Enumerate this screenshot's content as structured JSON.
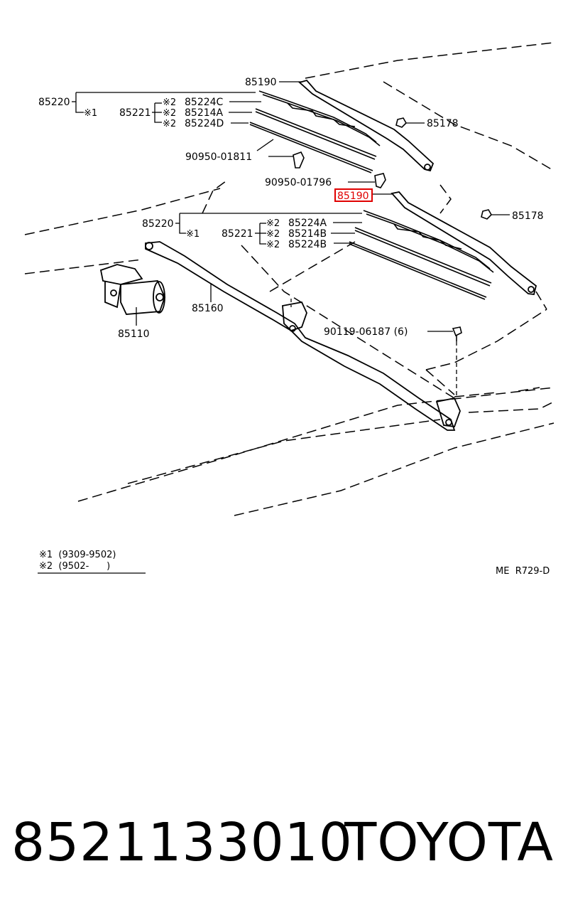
{
  "diagram": {
    "labels": {
      "arm_top": "85190",
      "arm_bottom_highlight": "85190",
      "nut_top": "85178",
      "nut_bottom": "85178",
      "blade_assy_top": "85220",
      "blade_assy_bottom": "85220",
      "blade_top": "85221",
      "blade_bottom": "85221",
      "insert_top_c": "85224C",
      "insert_top_a": "85214A",
      "insert_top_d": "85224D",
      "insert_bottom_a": "85224A",
      "insert_bottom_b": "85214B",
      "insert_bottom_b2": "85224B",
      "clip_1": "90950-01811",
      "clip_2": "90950-01796",
      "link": "85160",
      "motor": "85110",
      "bolt": "90119-06187 (6)",
      "mark_1": "※1",
      "mark_2": "※2"
    },
    "legend": {
      "line1": "※1  (9309-9502)",
      "line2": "※2  (9502-      )"
    },
    "ref_code": "ME  R729-D",
    "highlight_color": "#e00000"
  },
  "footer": {
    "part_number": "8521133010",
    "brand": "TOYOTA"
  }
}
